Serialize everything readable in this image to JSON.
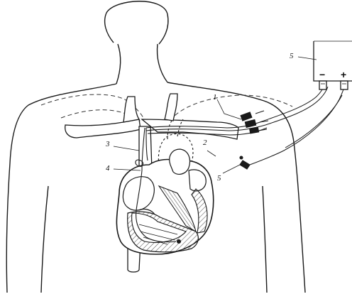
{
  "figure": {
    "labels": {
      "l1": "1",
      "l2": "2",
      "l3": "3",
      "l4": "4",
      "l5a": "5",
      "l5b": "5"
    },
    "stimulator": {
      "minus": "−",
      "plus": "+"
    }
  },
  "colors": {
    "line": "#1a1a1a",
    "dash": "#333333",
    "hatch": "#555555"
  }
}
